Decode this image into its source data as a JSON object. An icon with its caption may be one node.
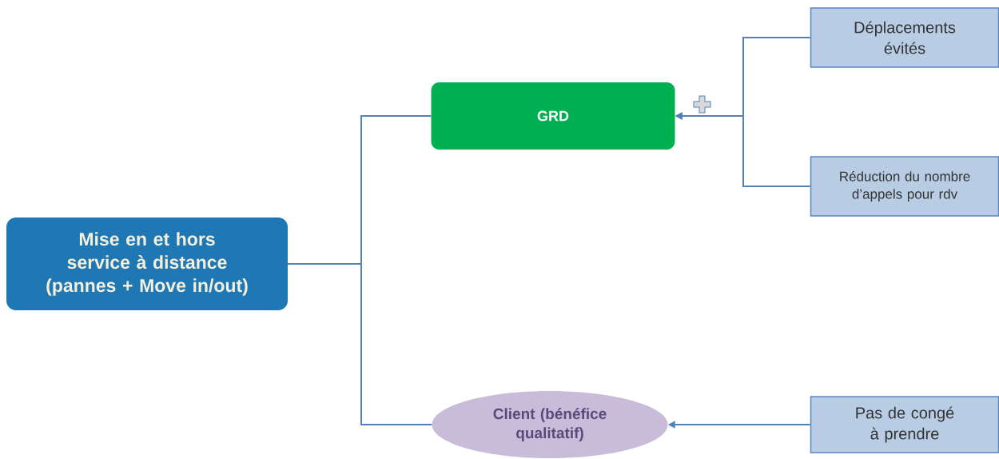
{
  "diagram": {
    "nodes": [
      {
        "text": [
          "Mise en et hors service à distance (pannes + Move in/out)"
        ]
      },
      {
        "text": [
          "GRD"
        ]
      },
      {
        "text": [
          "Déplacements évités"
        ]
      },
      {
        "text": [
          "Réduction du nombre d’appels pour rdv"
        ]
      },
      {
        "text": [
          "Client (bénéfice qualitatif)"
        ]
      },
      {
        "text": [
          "Pas de congé à prendre"
        ]
      }
    ],
    "edges": [
      {
        "from": 0,
        "to": 1,
        "arrow": "none"
      },
      {
        "from": 0,
        "to": 4,
        "arrow": "none"
      },
      {
        "from": 2,
        "to": 1,
        "arrow": "to"
      },
      {
        "from": 3,
        "to": 1,
        "arrow": "to"
      },
      {
        "from": 5,
        "to": 4,
        "arrow": "to"
      }
    ]
  }
}
